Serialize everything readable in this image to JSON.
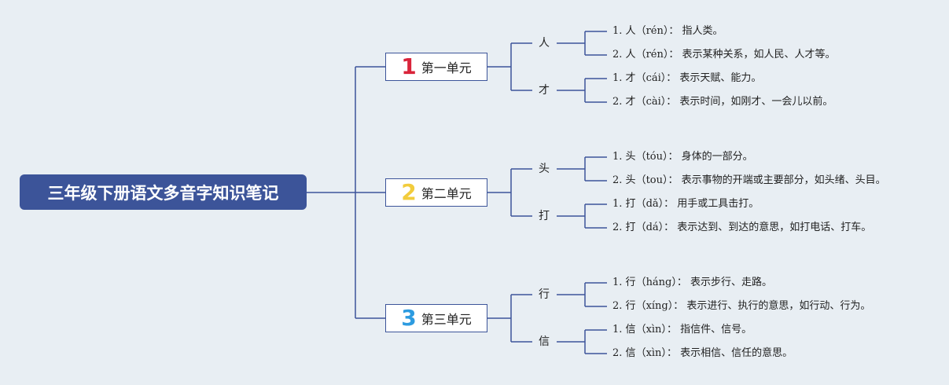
{
  "root": {
    "title": "三年级下册语文多音字知识笔记"
  },
  "colors": {
    "line": "#3c5499",
    "unit1": "#d9243a",
    "unit2": "#f2cc3c",
    "unit3": "#2d9be0"
  },
  "units": [
    {
      "num": "1",
      "label": "第一单元",
      "chars": [
        {
          "char": "人",
          "entries": [
            {
              "idx": "1.",
              "c": "人",
              "py": "（rén）",
              "sep": "：",
              "text": "指人类。"
            },
            {
              "idx": "2.",
              "c": "人",
              "py": "（rén）",
              "sep": "：",
              "text": "表示某种关系，如人民、人才等。"
            }
          ]
        },
        {
          "char": "才",
          "entries": [
            {
              "idx": "1.",
              "c": "才",
              "py": "（cái）",
              "sep": "：",
              "text": "表示天赋、能力。"
            },
            {
              "idx": "2.",
              "c": "才",
              "py": "（cài）",
              "sep": "：",
              "text": "表示时间，如刚才、一会儿以前。"
            }
          ]
        }
      ]
    },
    {
      "num": "2",
      "label": "第二单元",
      "chars": [
        {
          "char": "头",
          "entries": [
            {
              "idx": "1.",
              "c": "头",
              "py": "（tóu）",
              "sep": "：",
              "text": "身体的一部分。"
            },
            {
              "idx": "2.",
              "c": "头",
              "py": "（tou）",
              "sep": "：",
              "text": "表示事物的开端或主要部分，如头绪、头目。"
            }
          ]
        },
        {
          "char": "打",
          "entries": [
            {
              "idx": "1.",
              "c": "打",
              "py": "（dǎ）",
              "sep": "：",
              "text": "用手或工具击打。"
            },
            {
              "idx": "2.",
              "c": "打",
              "py": "（dá）",
              "sep": "：",
              "text": "表示达到、到达的意思，如打电话、打车。"
            }
          ]
        }
      ]
    },
    {
      "num": "3",
      "label": "第三单元",
      "chars": [
        {
          "char": "行",
          "entries": [
            {
              "idx": "1.",
              "c": "行",
              "py": "（háng）",
              "sep": "：",
              "text": "表示步行、走路。"
            },
            {
              "idx": "2.",
              "c": "行",
              "py": "（xíng）",
              "sep": "：",
              "text": "表示进行、执行的意思，如行动、行为。"
            }
          ]
        },
        {
          "char": "信",
          "entries": [
            {
              "idx": "1.",
              "c": "信",
              "py": "（xìn）",
              "sep": "：",
              "text": "指信件、信号。"
            },
            {
              "idx": "2.",
              "c": "信",
              "py": "（xìn）",
              "sep": "：",
              "text": "表示相信、信任的意思。"
            }
          ]
        }
      ]
    }
  ]
}
